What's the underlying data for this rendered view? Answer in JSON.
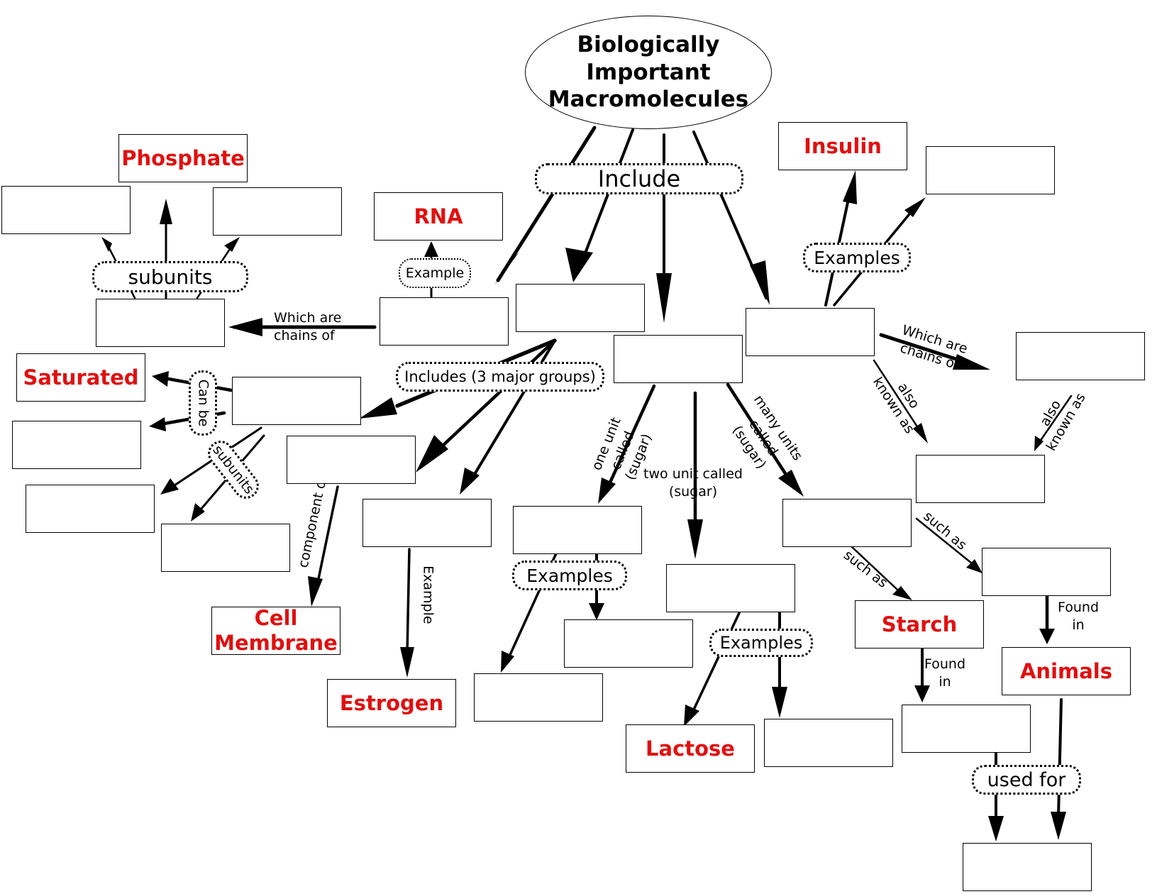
{
  "title": "Biologically Important Macromolecules",
  "nodes": {
    "phosphate": "Phosphate",
    "rna": "RNA",
    "insulin": "Insulin",
    "saturated": "Saturated",
    "cell_membrane": "Cell Membrane",
    "estrogen": "Estrogen",
    "lactose": "Lactose",
    "starch": "Starch",
    "animals": "Animals"
  },
  "links": {
    "include": "Include",
    "subunits": "subunits",
    "example_rna": "Example",
    "examples_insulin": "Examples",
    "which_are_chains_of_left": "Which are chains of",
    "includes_3_major": "Includes (3 major groups)",
    "can_be": "Can be",
    "subunits_lipid": "subunits",
    "component_of": "component of",
    "example_estrogen": "Example",
    "one_unit": "one unit called (sugar)",
    "two_unit": "two unit called (sugar)",
    "many_units": "many units called (sugar)",
    "which_are_chains_of_right": "Which are chains of",
    "also_known_as_1": "also known as",
    "also_known_as_2": "also known as",
    "examples_mono": "Examples",
    "examples_di": "Examples",
    "such_as_1": "such as",
    "such_as_2": "such as",
    "found_in_1": "Found in",
    "found_in_2": "Found in",
    "used_for": "used for"
  }
}
